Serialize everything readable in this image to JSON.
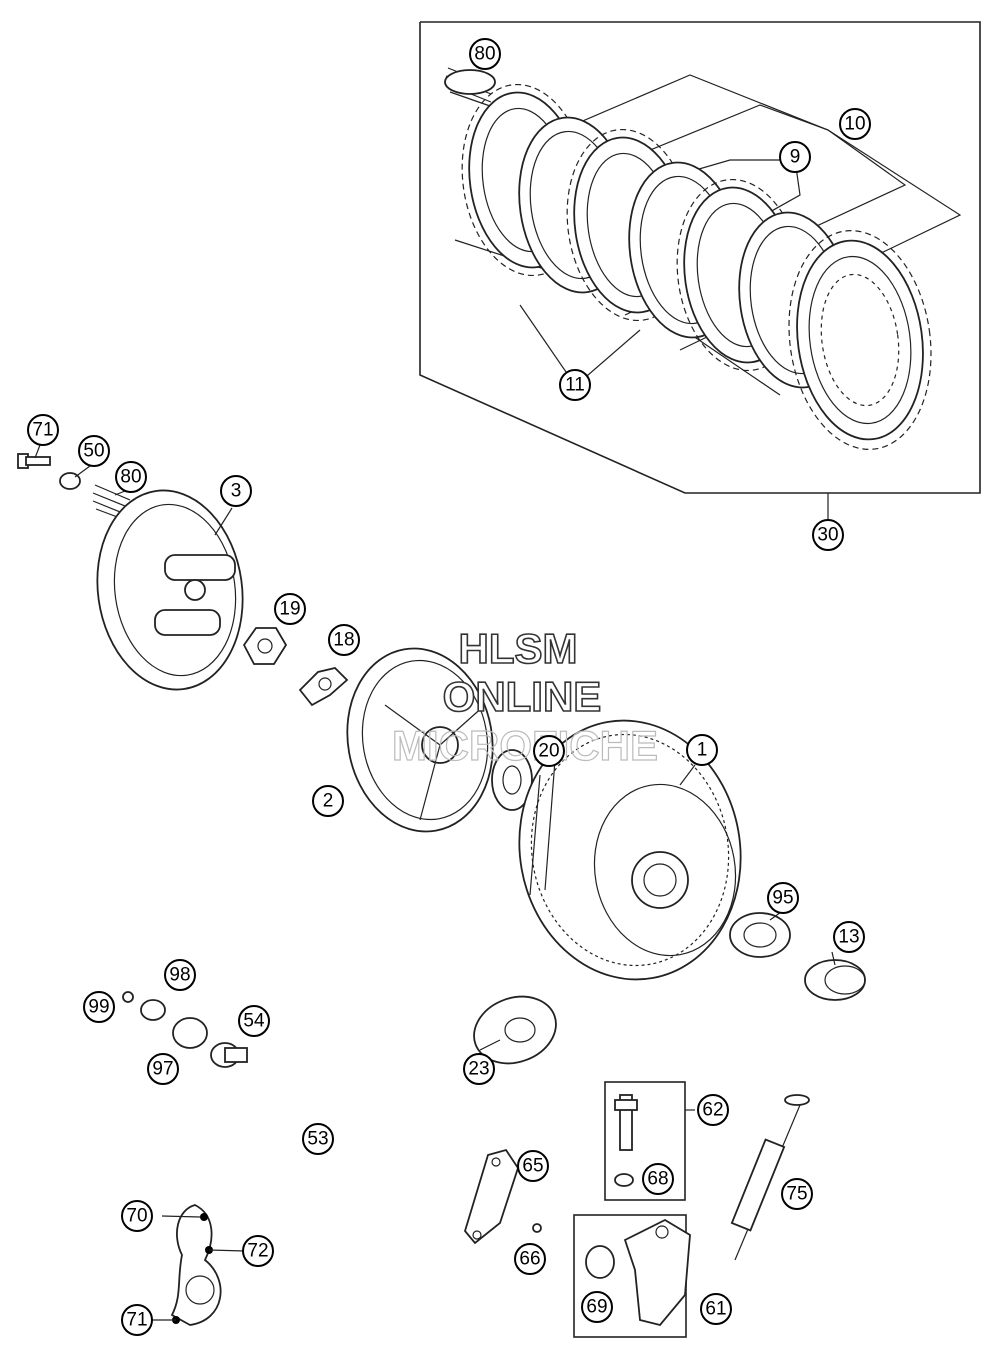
{
  "watermark": {
    "line1": "HLSM",
    "line2": "ONLINE",
    "line3": "MICROFICHE"
  },
  "callouts": {
    "c80a": "80",
    "c10": "10",
    "c9": "9",
    "c11": "11",
    "c30": "30",
    "c71a": "71",
    "c50": "50",
    "c80b": "80",
    "c3": "3",
    "c19": "19",
    "c18": "18",
    "c20": "20",
    "c1": "1",
    "c2": "2",
    "c95": "95",
    "c13": "13",
    "c98": "98",
    "c99": "99",
    "c54": "54",
    "c97": "97",
    "c23": "23",
    "c53": "53",
    "c62": "62",
    "c68": "68",
    "c65": "65",
    "c66": "66",
    "c75": "75",
    "c69": "69",
    "c61": "61",
    "c70": "70",
    "c72": "72",
    "c71b": "71"
  }
}
